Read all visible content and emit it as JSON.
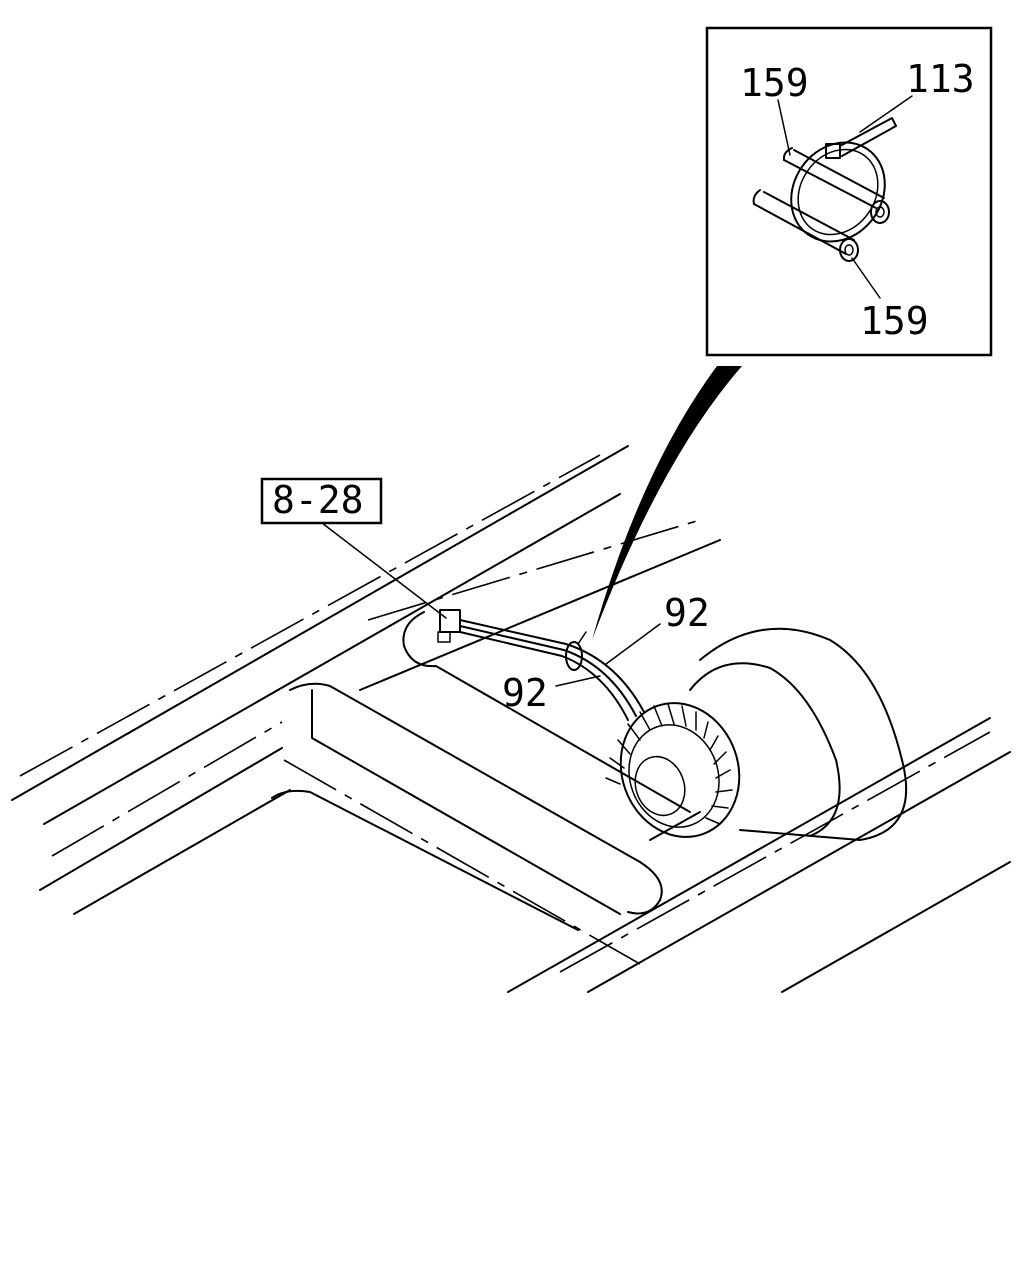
{
  "diagram": {
    "reference_box": "8-28",
    "callouts": {
      "inset_top_left": "159",
      "inset_top_right": "113",
      "inset_bottom": "159",
      "main_upper": "92",
      "main_lower": "92"
    }
  }
}
